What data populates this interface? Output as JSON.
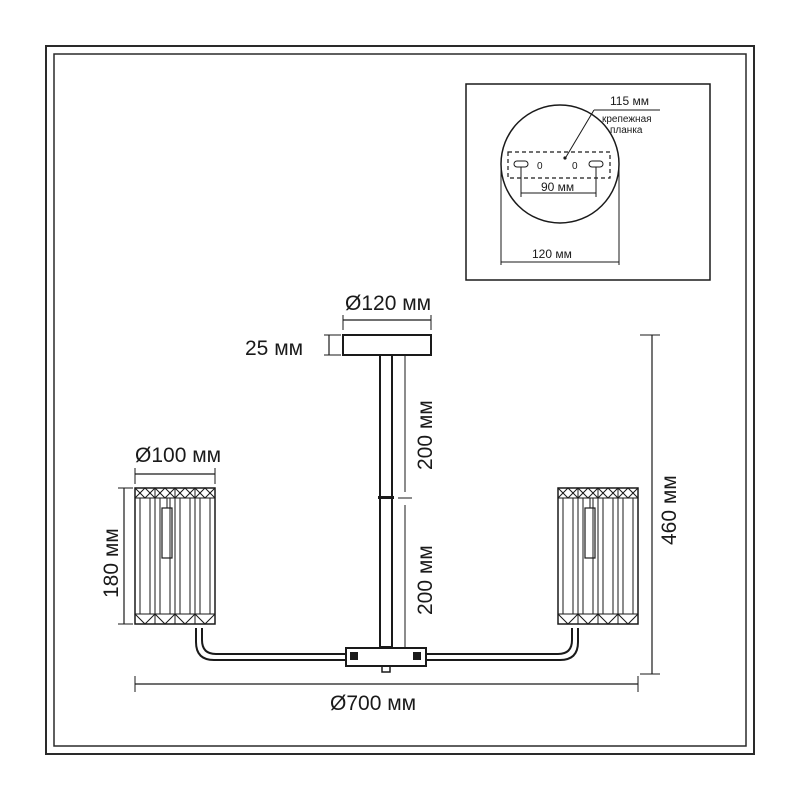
{
  "inset": {
    "plate_width_label": "115 мм",
    "plate_name_label": "крепежная",
    "plate_name_label_2": "планка",
    "hole_spacing_label": "90 мм",
    "canopy_diameter_label": "120 мм",
    "hole_mark_left": "0",
    "hole_mark_right": "0"
  },
  "main": {
    "canopy_diameter_label": "Ø120 мм",
    "canopy_height_label": "25 мм",
    "rod_upper_label": "200 мм",
    "rod_lower_label": "200 мм",
    "shade_diameter_label": "Ø100 мм",
    "shade_height_label": "180 мм",
    "total_height_label": "460 мм",
    "total_diameter_label": "Ø700 мм"
  }
}
